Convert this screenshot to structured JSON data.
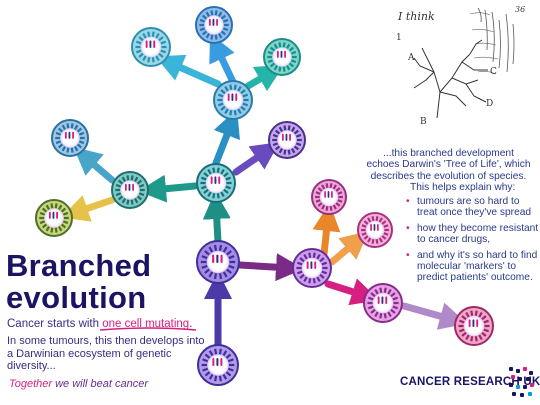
{
  "title_line1": "Branched",
  "title_line2": "evolution",
  "intro_before": "Cancer starts with ",
  "intro_highlight": "one cell mutating",
  "intro_after": ".",
  "intro_detail": "In some tumours, this then develops into a Darwinian ecosystem of genetic diversity...",
  "slogan_together": "Together",
  "slogan_rest": " we will beat cancer",
  "darwin_text": "...this branched development echoes Darwin's 'Tree of Life', which describes the evolution of species.",
  "helps_text": "This helps explain why:",
  "reasons": [
    "tumours are so hard to treat once they've spread",
    "how they become resistant to cancer drugs,",
    "and why it's so hard to find molecular 'markers' to predict patients' outcome."
  ],
  "brand": "CANCER RESEARCH UK",
  "notes_title": "I think",
  "colors": {
    "title": "#1b1464",
    "accent_pink": "#d61f80",
    "text_blue": "#2a3a8a"
  },
  "icons": [
    "cell-icon",
    "arrow-icon",
    "tree-of-life-sketch",
    "cancer-research-uk-logo"
  ]
}
